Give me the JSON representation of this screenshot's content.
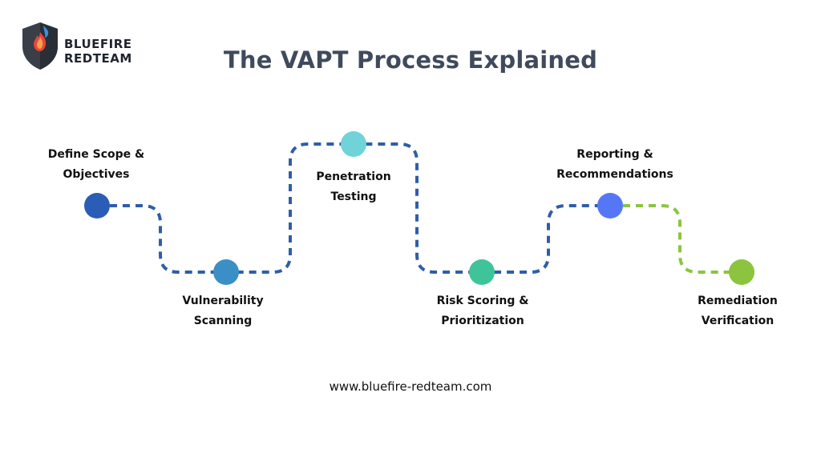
{
  "brand": {
    "line1": "BLUEFIRE",
    "line2": "REDTEAM"
  },
  "title": "The VAPT Process Explained",
  "steps": [
    {
      "line1": "Define Scope &",
      "line2": "Objectives",
      "color": "#2b5db6"
    },
    {
      "line1": "Vulnerability",
      "line2": "Scanning",
      "color": "#3a8fc7"
    },
    {
      "line1": "Penetration",
      "line2": "Testing",
      "color": "#6fd3d8"
    },
    {
      "line1": "Risk Scoring &",
      "line2": "Prioritization",
      "color": "#3fc49a"
    },
    {
      "line1": "Reporting &",
      "line2": "Recommendations",
      "color": "#5677f5"
    },
    {
      "line1": "Remediation",
      "line2": "Verification",
      "color": "#8cc43f"
    }
  ],
  "path_colors": {
    "main": "#2f5ea8",
    "final": "#8cc43f"
  },
  "footer": "www.bluefire-redteam.com"
}
